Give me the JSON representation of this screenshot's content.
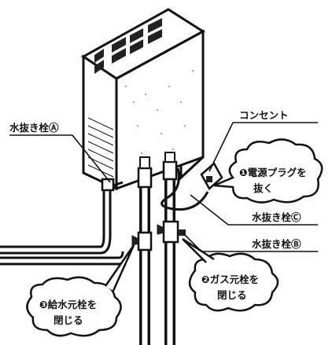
{
  "labels": {
    "drain_plug_a": "水抜き栓Ⓐ",
    "outlet": "コンセント",
    "drain_plug_c": "水抜き栓Ⓒ",
    "drain_plug_b": "水抜き栓Ⓑ"
  },
  "callouts": {
    "step1": {
      "number": "❶",
      "line1": "電源プラグを",
      "line2": "抜く"
    },
    "step2": {
      "number": "❷",
      "line1": "ガス元栓を",
      "line2": "閉じる"
    },
    "step3": {
      "number": "❸",
      "line1": "給水元栓を",
      "line2": "閉じる"
    }
  }
}
